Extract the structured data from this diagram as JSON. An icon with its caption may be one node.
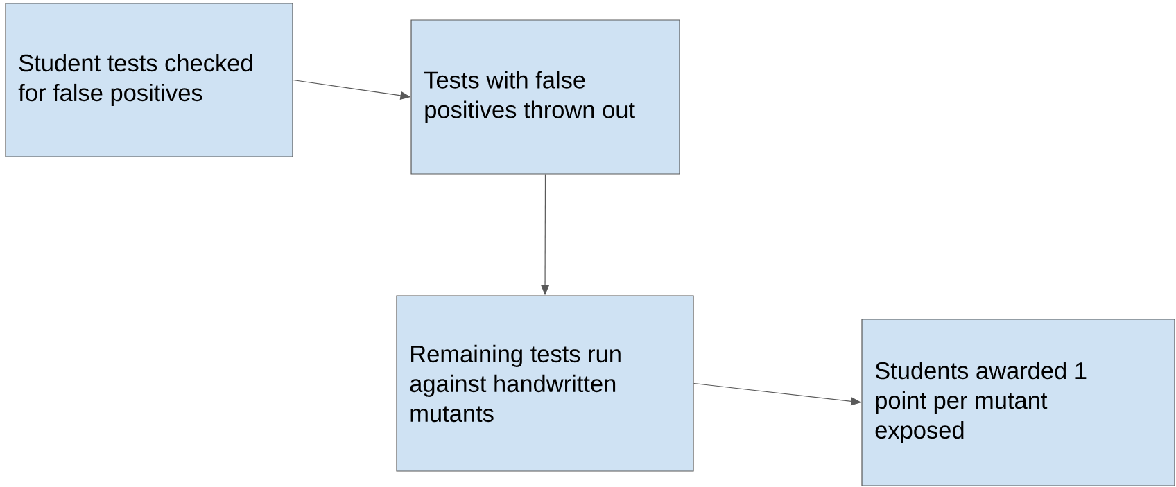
{
  "diagram": {
    "nodes": [
      {
        "text": [
          "Student tests checked for false positives"
        ]
      },
      {
        "text": [
          "Tests with false positives thrown out"
        ]
      },
      {
        "text": [
          "Remaining tests run against handwritten mutants"
        ]
      },
      {
        "text": [
          "Students awarded 1 point per mutant exposed"
        ]
      }
    ],
    "edges": [
      {
        "from": 0,
        "to": 1,
        "arrow": "to"
      },
      {
        "from": 1,
        "to": 2,
        "arrow": "to"
      },
      {
        "from": 2,
        "to": 3,
        "arrow": "to"
      }
    ]
  }
}
